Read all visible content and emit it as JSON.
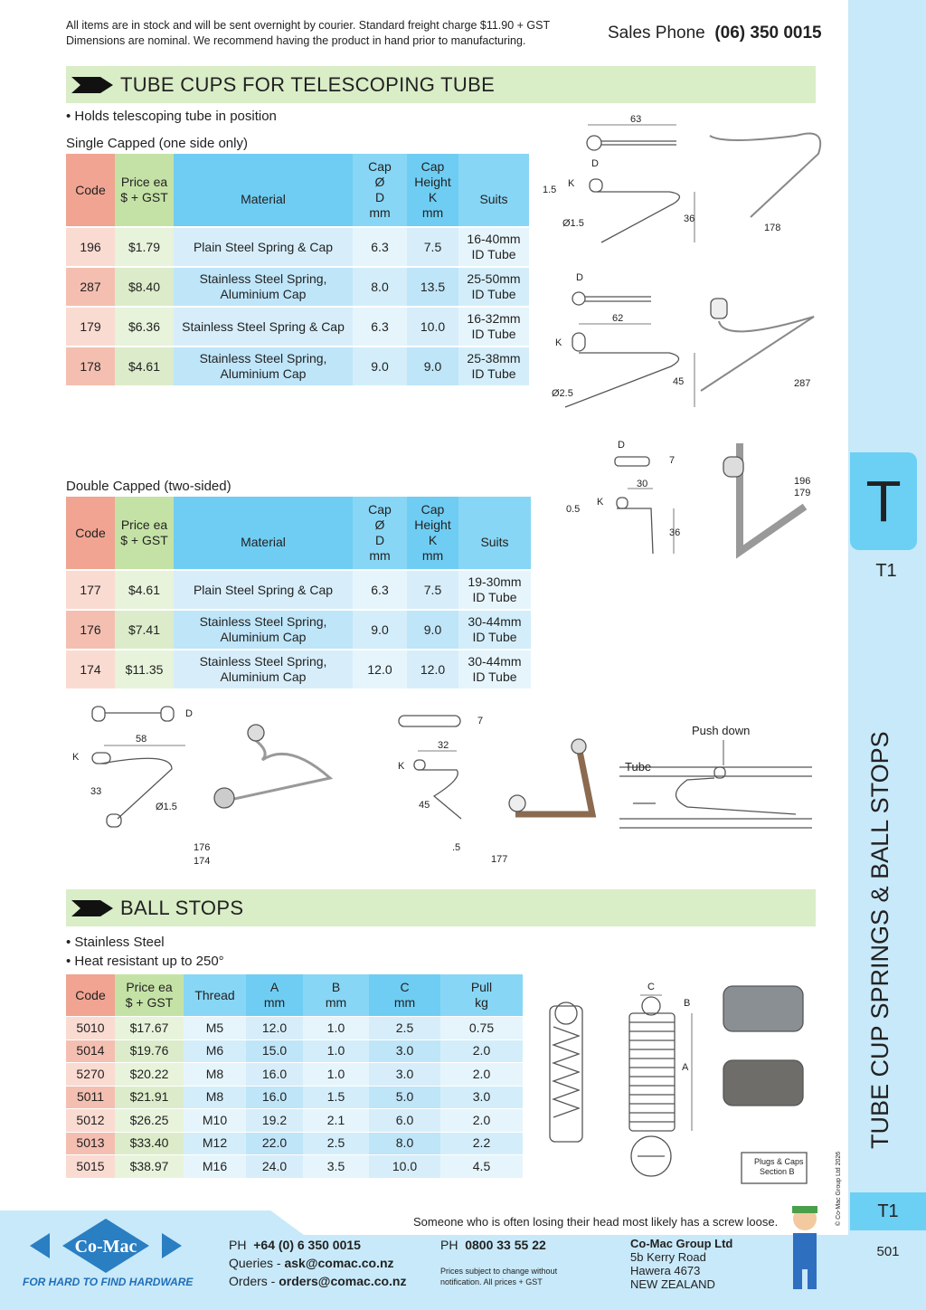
{
  "header": {
    "notice_line1": "All items are in stock and will be sent overnight by courier. Standard freight charge $11.90 + GST",
    "notice_line2": "Dimensions are nominal. We recommend having the product in hand prior to manufacturing.",
    "sales_label": "Sales Phone",
    "sales_phone": "(06) 350 0015"
  },
  "section1": {
    "title": "TUBE CUPS FOR TELESCOPING TUBE",
    "bullet": "• Holds telescoping tube in position",
    "single_title": "Single Capped (one side only)",
    "columns": {
      "code": "Code",
      "price1": "Price ea",
      "price2": "$ + GST",
      "material": "Material",
      "capd": [
        "Cap",
        "Ø",
        "D",
        "mm"
      ],
      "capk": [
        "Cap",
        "Height",
        "K",
        "mm"
      ],
      "suits": "Suits"
    },
    "single_rows": [
      {
        "code": "196",
        "price": "$1.79",
        "material": "Plain Steel Spring & Cap",
        "d": "6.3",
        "k": "7.5",
        "suits1": "16-40mm",
        "suits2": "ID Tube"
      },
      {
        "code": "287",
        "price": "$8.40",
        "material": "Stainless Steel Spring,",
        "material2": "Aluminium Cap",
        "d": "8.0",
        "k": "13.5",
        "suits1": "25-50mm",
        "suits2": "ID Tube"
      },
      {
        "code": "179",
        "price": "$6.36",
        "material": "Stainless Steel Spring & Cap",
        "d": "6.3",
        "k": "10.0",
        "suits1": "16-32mm",
        "suits2": "ID Tube"
      },
      {
        "code": "178",
        "price": "$4.61",
        "material": "Stainless Steel Spring,",
        "material2": "Aluminium Cap",
        "d": "9.0",
        "k": "9.0",
        "suits1": "25-38mm",
        "suits2": "ID Tube"
      }
    ],
    "double_title": "Double Capped (two-sided)",
    "double_rows": [
      {
        "code": "177",
        "price": "$4.61",
        "material": "Plain Steel Spring & Cap",
        "d": "6.3",
        "k": "7.5",
        "suits1": "19-30mm",
        "suits2": "ID Tube"
      },
      {
        "code": "176",
        "price": "$7.41",
        "material": "Stainless Steel Spring,",
        "material2": "Aluminium Cap",
        "d": "9.0",
        "k": "9.0",
        "suits1": "30-44mm",
        "suits2": "ID Tube"
      },
      {
        "code": "174",
        "price": "$11.35",
        "material": "Stainless Steel Spring,",
        "material2": "Aluminium Cap",
        "d": "12.0",
        "k": "12.0",
        "suits1": "30-44mm",
        "suits2": "ID Tube"
      }
    ]
  },
  "figures": {
    "d1_63": "63",
    "d1_15": "1.5",
    "d1_36": "36",
    "d1_dia": "Ø1.5",
    "lbl_178": "178",
    "d2_62": "62",
    "d2_45": "45",
    "d2_dia": "Ø2.5",
    "lbl_287": "287",
    "d3_30": "30",
    "d3_05": "0.5",
    "d3_7": "7",
    "d3_36": "36",
    "lbl_196": "196",
    "lbl_179": "179",
    "D": "D",
    "K": "K",
    "d4_58": "58",
    "d4_33": "33",
    "d4_dia": "Ø1.5",
    "lbl_176": "176",
    "lbl_174": "174",
    "d5_32": "32",
    "d5_45": "45",
    "d5_7": "7",
    "d5_5": ".5",
    "lbl_177": "177",
    "push_down": "Push down",
    "tube": "Tube",
    "A": "A",
    "B": "B",
    "C": "C",
    "plugs1": "Plugs & Caps",
    "plugs2": "Section B"
  },
  "section2": {
    "title": "BALL STOPS",
    "bullet1": "• Stainless Steel",
    "bullet2": "• Heat resistant up to 250°",
    "columns": {
      "code": "Code",
      "price1": "Price ea",
      "price2": "$ + GST",
      "thread": "Thread",
      "a1": "A",
      "b1": "B",
      "c1": "C",
      "mm": "mm",
      "pull1": "Pull",
      "pull2": "kg"
    },
    "rows": [
      {
        "code": "5010",
        "price": "$17.67",
        "thread": "M5",
        "a": "12.0",
        "b": "1.0",
        "c": "2.5",
        "pull": "0.75"
      },
      {
        "code": "5014",
        "price": "$19.76",
        "thread": "M6",
        "a": "15.0",
        "b": "1.0",
        "c": "3.0",
        "pull": "2.0"
      },
      {
        "code": "5270",
        "price": "$20.22",
        "thread": "M8",
        "a": "16.0",
        "b": "1.0",
        "c": "3.0",
        "pull": "2.0"
      },
      {
        "code": "5011",
        "price": "$21.91",
        "thread": "M8",
        "a": "16.0",
        "b": "1.5",
        "c": "5.0",
        "pull": "3.0"
      },
      {
        "code": "5012",
        "price": "$26.25",
        "thread": "M10",
        "a": "19.2",
        "b": "2.1",
        "c": "6.0",
        "pull": "2.0"
      },
      {
        "code": "5013",
        "price": "$33.40",
        "thread": "M12",
        "a": "22.0",
        "b": "2.5",
        "c": "8.0",
        "pull": "2.2"
      },
      {
        "code": "5015",
        "price": "$38.97",
        "thread": "M16",
        "a": "24.0",
        "b": "3.5",
        "c": "10.0",
        "pull": "4.5"
      }
    ]
  },
  "sidebar": {
    "tab_letter": "T",
    "tab_code": "T1",
    "vertical_title": "TUBE CUP SPRINGS & BALL STOPS",
    "copyright": "© Co-Mac Group Ltd 2026",
    "bottom_tab": "T1",
    "page_number": "501"
  },
  "footer": {
    "quote": "Someone who is often losing their head most likely has a screw loose.",
    "logo": "Co-Mac",
    "tagline": "FOR HARD TO FIND HARDWARE",
    "ph_label": "PH",
    "phone": "+64 (0) 6 350 0015",
    "queries_label": "Queries - ",
    "queries_email": "ask@comac.co.nz",
    "orders_label": "Orders - ",
    "orders_email": "orders@comac.co.nz",
    "ph2_label": "PH",
    "phone2": "0800 33 55 22",
    "prices_note1": "Prices subject to change without",
    "prices_note2": "notification. All prices + GST",
    "company": "Co-Mac Group Ltd",
    "addr1": "5b Kerry Road",
    "addr2": "Hawera 4673",
    "addr3": "NEW ZEALAND"
  },
  "colors": {
    "code": "#f0a491",
    "price": "#c5e2a6",
    "blue": "#6fcdf3",
    "section": "#d9edc7",
    "sidebar": "#c8e9f9",
    "brand": "#1f7fc1"
  }
}
